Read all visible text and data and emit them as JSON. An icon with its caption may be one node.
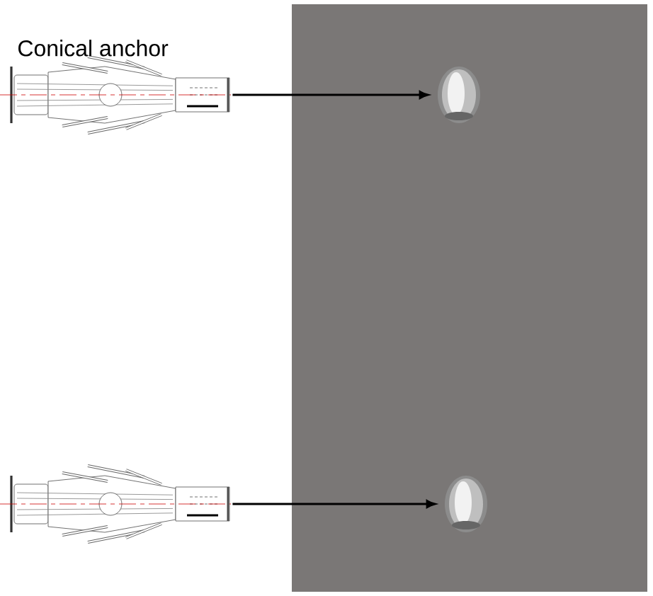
{
  "diagram": {
    "nodes": [
      {
        "text": [
          "Conical anchor"
        ]
      },
      {
        "text": [],
        "shape": "circle"
      },
      {
        "text": [],
        "shape": "picture"
      },
      {
        "text": [],
        "shape": "circle"
      }
    ],
    "edges": [
      {
        "from": 0,
        "to": 1,
        "arrow": "to"
      },
      {
        "from": 2,
        "to": 3,
        "arrow": "to"
      }
    ]
  }
}
